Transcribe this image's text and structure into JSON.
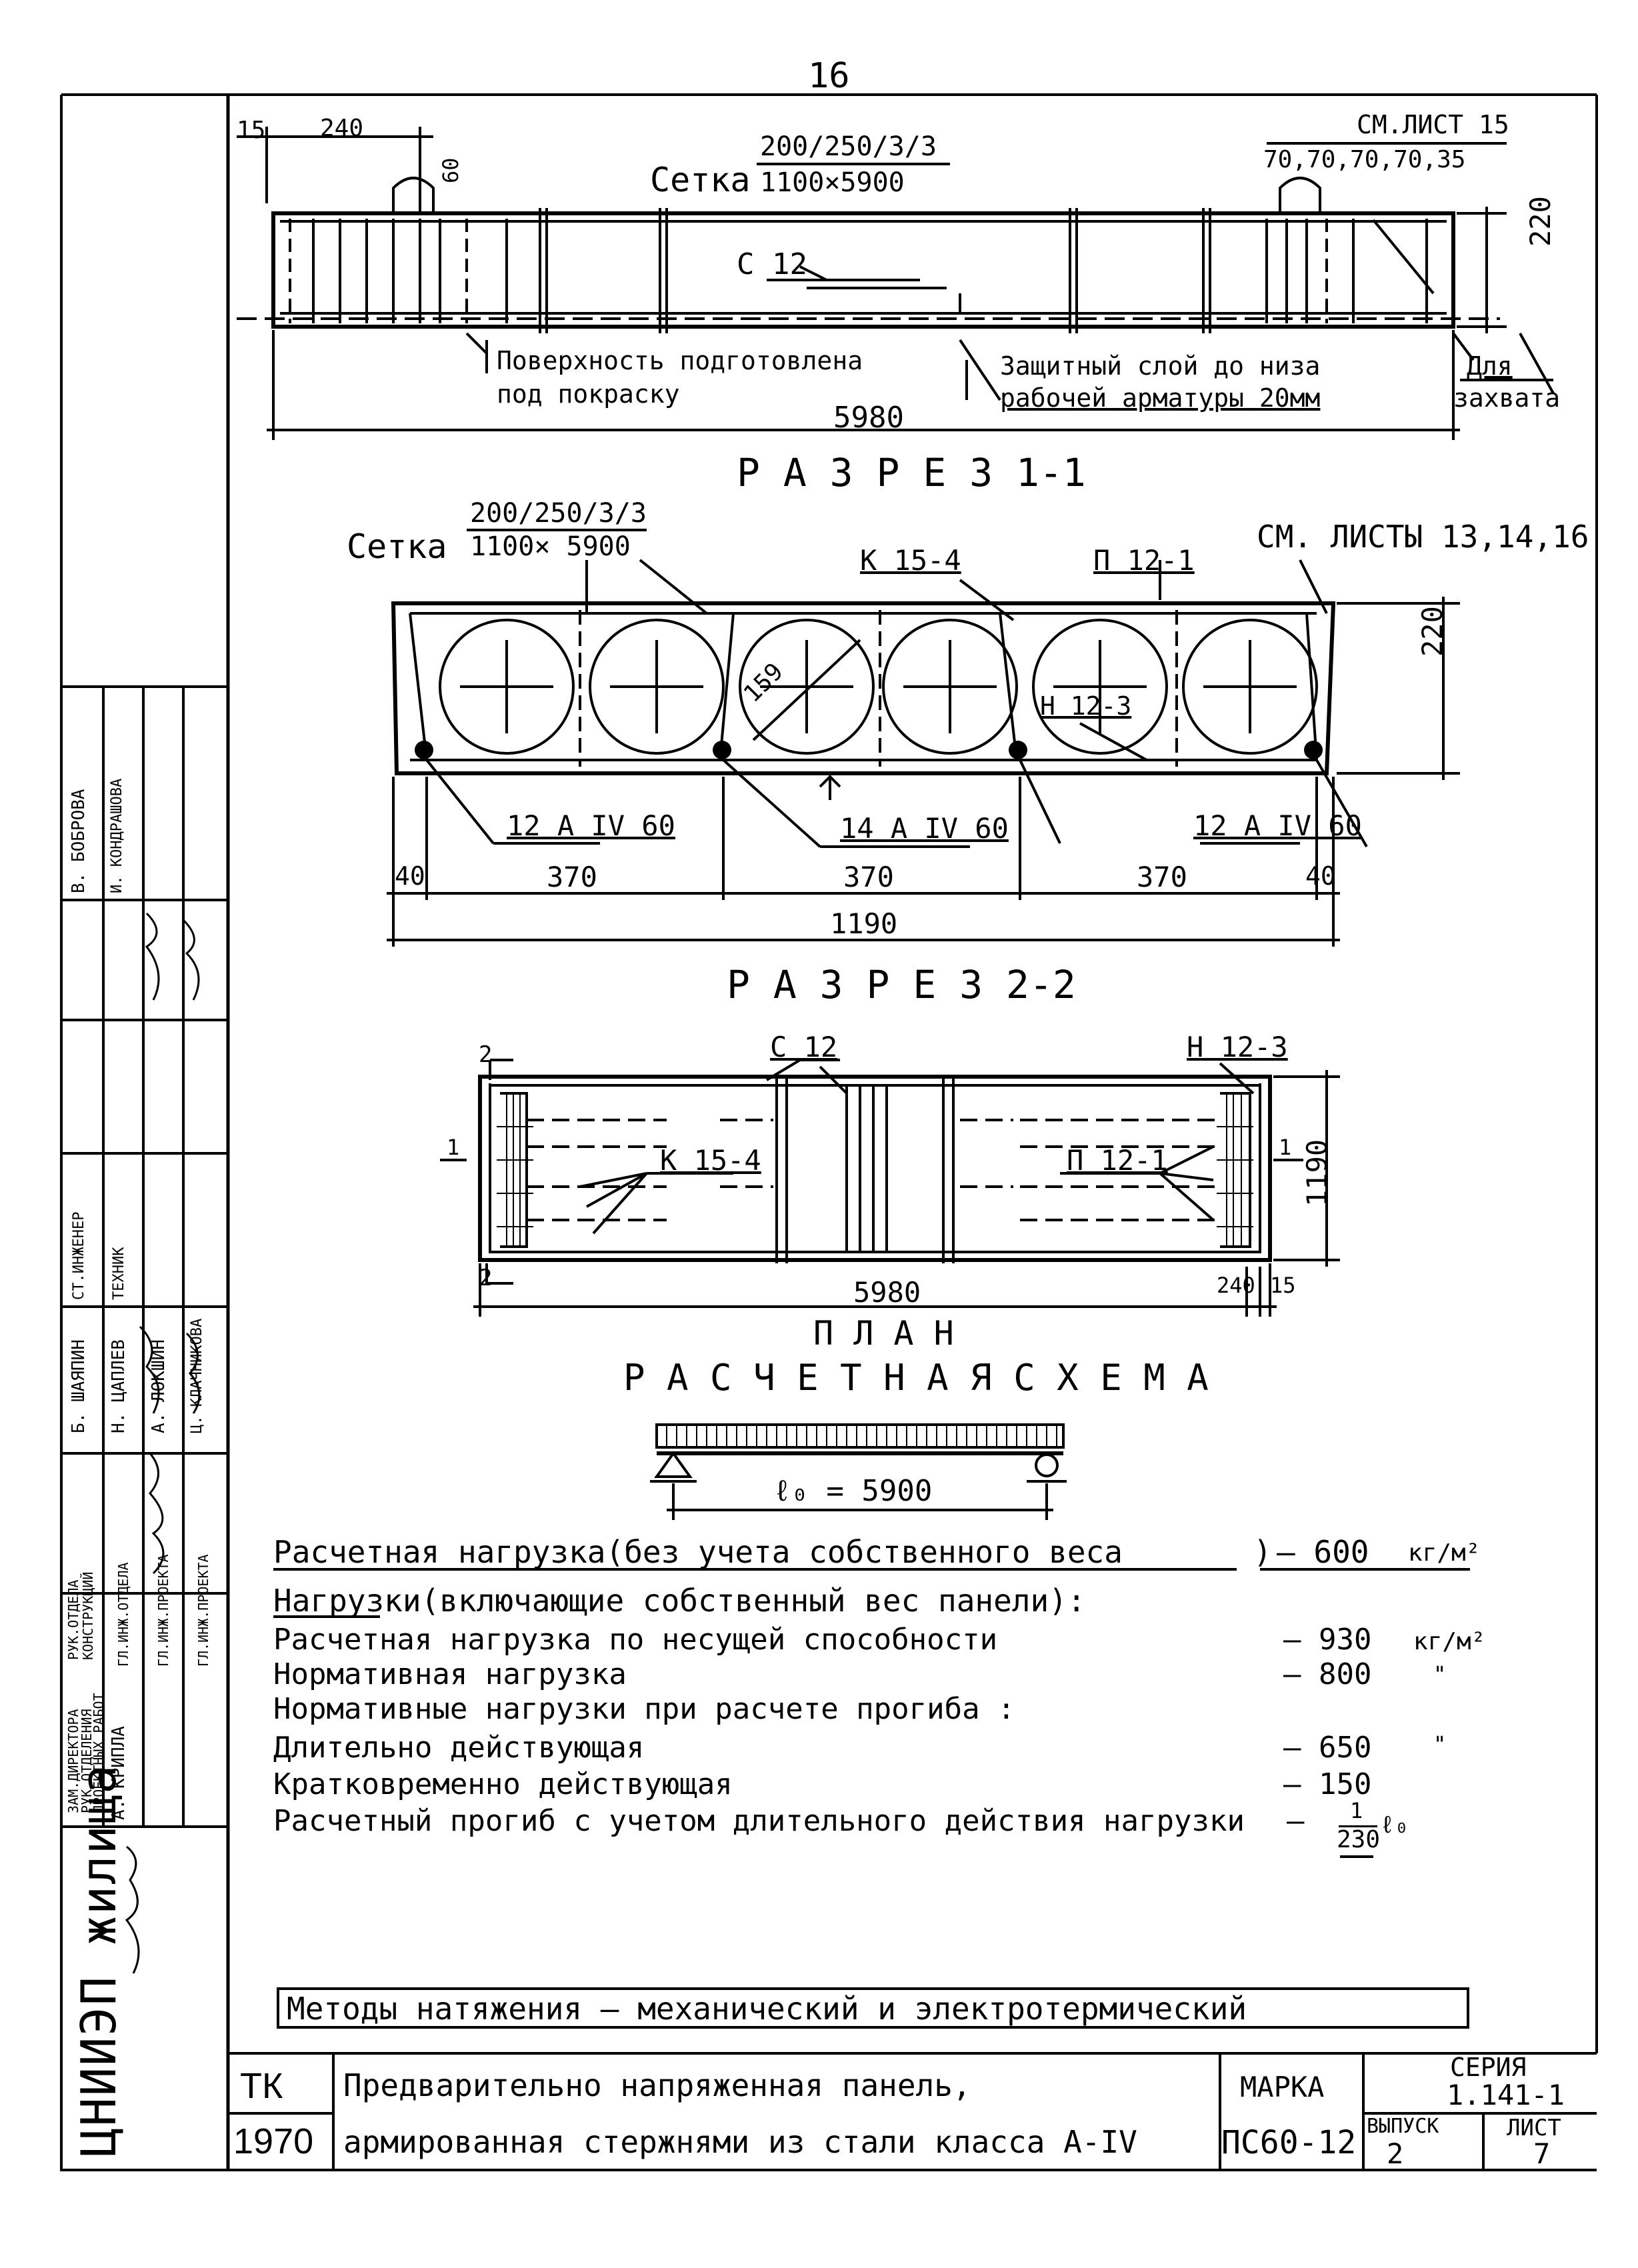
{
  "page_number": "16",
  "elevation": {
    "setka_word": "Сетка",
    "setka_num": "200/250/3/3",
    "setka_den": "1100×5900",
    "dim_15": "15",
    "dim_240": "240",
    "dim_60": "60",
    "see_sheet": "СМ.ЛИСТ 15",
    "spacing": "70,70,70,70,35",
    "c12": "С 12",
    "height": "220",
    "note_surface_1": "Поверхность подготовлена",
    "note_surface_2": "под покраску",
    "note_cover_1": "Защитный слой до низа",
    "note_cover_2": "рабочей арматуры 20мм",
    "note_grab_1": "Для",
    "note_grab_2": "захвата",
    "length": "5980"
  },
  "section11": {
    "title": "Р А З Р Е З  1-1",
    "setka_word": "Сетка",
    "setka_num": "200/250/3/3",
    "setka_den": "1100× 5900",
    "k15": "К 15-4",
    "p12": "П 12-1",
    "see_sheets": "СМ. ЛИСТЫ 13,14,16",
    "height": "220",
    "dia": "159",
    "n12": "Н 12-3",
    "rebar_left": "12 А IV 60",
    "rebar_mid": "14 А IV 60",
    "rebar_right": "12 А IV 60",
    "d40a": "40",
    "d370a": "370",
    "d370b": "370",
    "d370c": "370",
    "d40b": "40",
    "total": "1190"
  },
  "section22": {
    "title": "Р А З Р Е З  2-2"
  },
  "plan": {
    "cut2": "2",
    "cut1a": "1",
    "cut1b": "1",
    "c12": "С 12",
    "n12": "Н 12-3",
    "k15": "К 15-4",
    "p12": "П 12-1",
    "width": "1190",
    "length": "5980",
    "d240": "240",
    "d15": "15",
    "title": "П Л А Н"
  },
  "scheme": {
    "title": "Р А С Ч Е Т Н А Я   С Х Е М А",
    "span": "ℓ₀ = 5900"
  },
  "loads": {
    "design_load_label": "Расчетная нагрузка(без учета собственного веса",
    "design_load_close": ")",
    "design_load_value": "— 600",
    "unit": "кг/м²",
    "heading": "Нагрузки(включающие собственный вес панели):",
    "r1_label": "Расчетная нагрузка по несущей способности",
    "r1_value": "— 930",
    "r1_unit": "кг/м²",
    "r2_label": "Нормативная нагрузка",
    "r2_value": "— 800",
    "r2_unit": "\"",
    "r3_label": "Нормативные нагрузки при расчете прогиба :",
    "r4_label": "Длительно действующая",
    "r4_value": "— 650",
    "r4_unit": "\"",
    "r5_label": "Кратковременно действующая",
    "r5_value": "— 150",
    "r6_label": "Расчетный прогиб с учетом длительного действия нагрузки",
    "r6_num": "1",
    "r6_den": "230",
    "r6_suffix": "ℓ₀",
    "methods": "Методы натяжения — механический и электротермический"
  },
  "stamp": {
    "org": "ЦНИИЭП жилища",
    "roles": [
      "ЗАМ.ДИРЕКТОРА",
      "РУК.ОТДЕЛЕНИЯ",
      "ПРОЕКТНЫХ РАБОТ",
      "РУК.ОТДЕЛА",
      "КОНСТРУКЦИЙ",
      "ГЛ.ИНЖ.ОТДЕЛА",
      "ГЛ.ИНЖ.ПРОЕКТА",
      "ГЛ.ИНЖ.ПРОЕКТА",
      "СТ.ИНЖЕНЕР",
      "ТЕХНИК"
    ],
    "names": [
      "А. КРИПЛА",
      "Б. ШАЯПИН",
      "Н. ЦАПЛЕВ",
      "А. ЛОКШИН",
      "Ц. КЛАЧНИКОВА",
      "В. БОБРОВА",
      "И. КОНДРАШОВА"
    ],
    "tk": "ТК",
    "year": "1970",
    "title_1": "Предварительно напряженная   панель,",
    "title_2": "армированная стержнями из стали класса А-IV",
    "marka_label": "МАРКА",
    "marka_value": "ПС60-12",
    "series_label": "СЕРИЯ",
    "series_value": "1.141-1",
    "issue_label": "ВЫПУСК",
    "issue_value": "2",
    "sheet_label": "ЛИСТ",
    "sheet_value": "7"
  }
}
